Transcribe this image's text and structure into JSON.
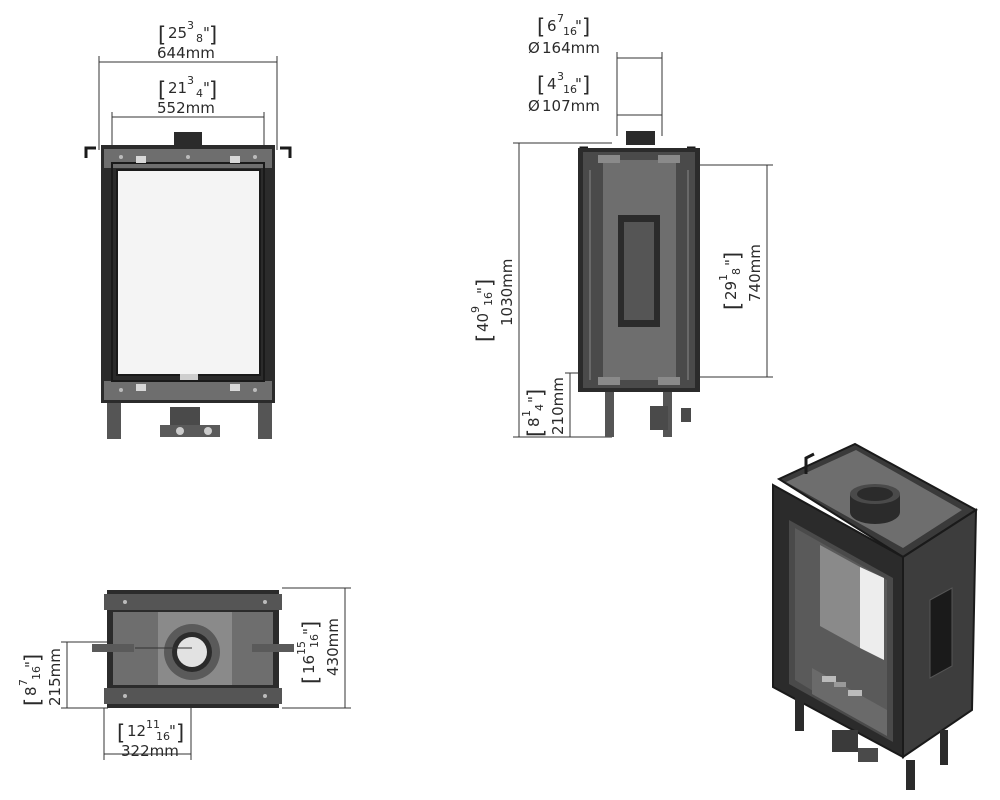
{
  "front_view": {
    "overall_width": {
      "inch_whole": "25",
      "inch_num": "3",
      "inch_den": "8",
      "mm": "644mm"
    },
    "inner_width": {
      "inch_whole": "21",
      "inch_num": "3",
      "inch_den": "4",
      "mm": "552mm"
    }
  },
  "side_view": {
    "flue_outer": {
      "inch_whole": "6",
      "inch_num": "7",
      "inch_den": "16",
      "mm": "164mm",
      "symbol": "Ø"
    },
    "flue_inner": {
      "inch_whole": "4",
      "inch_num": "3",
      "inch_den": "16",
      "mm": "107mm",
      "symbol": "Ø"
    },
    "total_height": {
      "inch_whole": "40",
      "inch_num": "9",
      "inch_den": "16",
      "mm": "1030mm"
    },
    "leg_height": {
      "inch_whole": "8",
      "inch_num": "1",
      "inch_den": "4",
      "mm": "210mm"
    },
    "opening_height": {
      "inch_whole": "29",
      "inch_num": "1",
      "inch_den": "8",
      "mm": "740mm"
    }
  },
  "top_view": {
    "flue_offset": {
      "inch_whole": "8",
      "inch_num": "7",
      "inch_den": "16",
      "mm": "215mm"
    },
    "depth": {
      "inch_whole": "16",
      "inch_num": "15",
      "inch_den": "16",
      "mm": "430mm"
    },
    "flue_center": {
      "inch_whole": "12",
      "inch_num": "11",
      "inch_den": "16",
      "mm": "322mm"
    }
  },
  "colors": {
    "frame": "#2b2b2b",
    "panel": "#6e6e6e",
    "glass": "#f4f4f4",
    "line": "#333333"
  }
}
